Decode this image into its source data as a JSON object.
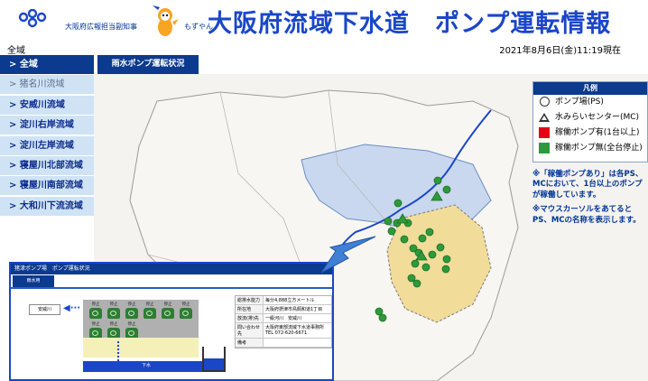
{
  "header": {
    "gov_label": "大阪府広報担当副知事",
    "mascot_label": "もずやん",
    "title": "大阪府流域下水道　ポンプ運転情報"
  },
  "status": {
    "area": "全域",
    "timestamp": "2021年8月6日(金)11:19現在"
  },
  "sidebar": {
    "items": [
      {
        "label": "> 全域"
      },
      {
        "label": "> 猪名川流域"
      },
      {
        "label": "> 安威川流域"
      },
      {
        "label": "> 淀川右岸流域"
      },
      {
        "label": "> 淀川左岸流域"
      },
      {
        "label": "> 寝屋川北部流域"
      },
      {
        "label": "> 寝屋川南部流域"
      },
      {
        "label": "> 大和川下流流域"
      }
    ]
  },
  "tabs": [
    {
      "label": "雨水ポンプ運転状況"
    }
  ],
  "legend": {
    "title": "凡例",
    "items": [
      {
        "label": "ポンプ場(PS)",
        "symbol": "circle-outline"
      },
      {
        "label": "水みらいセンター(MC)",
        "symbol": "triangle-outline"
      },
      {
        "label": "稼働ポンプ有(1台以上)",
        "color": "#e60012"
      },
      {
        "label": "稼働ポンプ無(全台停止)",
        "color": "#2e9a3a"
      }
    ]
  },
  "notes": [
    "※「稼働ポンプあり」は各PS、MCにおいて、1台以上のポンプが稼働しています。",
    "※マウスカーソルをあてるとPS、MCの名称を表示します。"
  ],
  "inset": {
    "title": "猪津ポンプ場　ポンプ運転状況",
    "tab": "雨水用",
    "station_label": "安威川",
    "pump_status": "停止",
    "pipe_label": "下水",
    "info": [
      {
        "key": "総排水能力",
        "value": "毎分4,888立方メートル"
      },
      {
        "key": "所在地",
        "value": "大阪府摂津市鳥飼和道1丁目"
      },
      {
        "key": "放流(排)先",
        "value": "一級河川　安威川"
      },
      {
        "key": "問い合わせ先",
        "value": "大阪府東部流域下水道事務所 TEL 072-620-6671"
      },
      {
        "key": "備考",
        "value": ""
      }
    ]
  },
  "colors": {
    "accent": "#0b3a8e",
    "title_blue": "#1a46c8",
    "sidebar_bg": "#cfe3f5",
    "basin_yellow": "#f2dc9a",
    "basin_blue": "#c9d8ee",
    "pump_green": "#2e9a3a",
    "pump_red": "#e60012"
  }
}
